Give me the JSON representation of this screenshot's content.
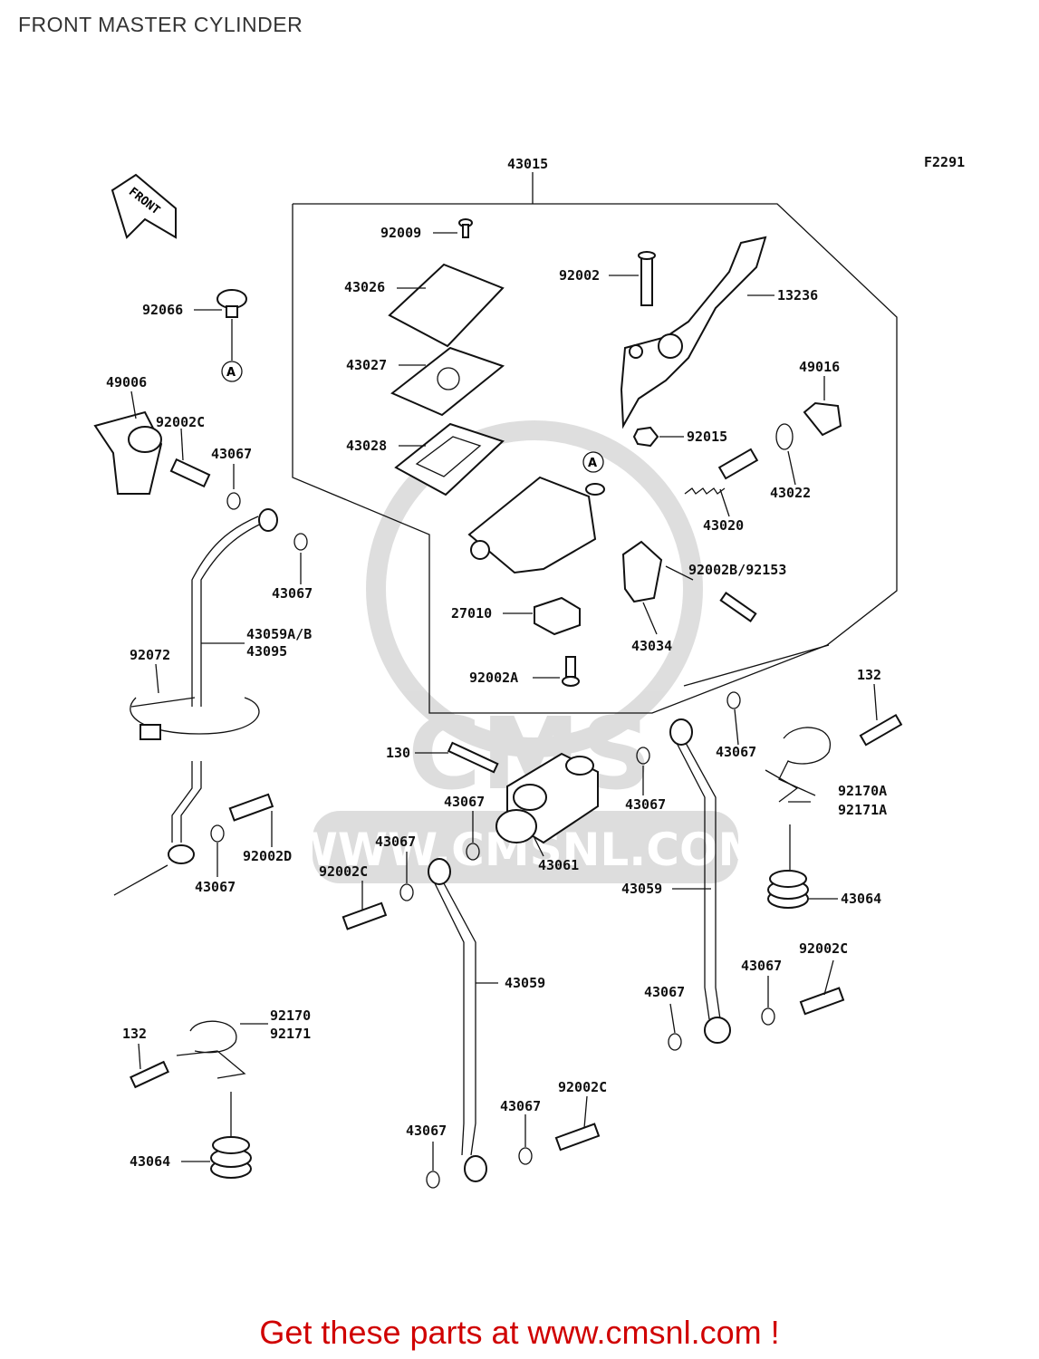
{
  "page": {
    "title": "FRONT MASTER CYLINDER",
    "promo": "Get these parts at www.cmsnl.com !"
  },
  "figure_code": "F2291",
  "front_arrow": "FRONT",
  "watermark": "CMS",
  "watermark_url": "WWW.CMSNL.COM",
  "ref_marker": "A",
  "parts": {
    "p43015": "43015",
    "p92009": "92009",
    "p43026": "43026",
    "p43027": "43027",
    "p43028": "43028",
    "p92002": "92002",
    "p13236": "13236",
    "p49016": "49016",
    "p92015": "92015",
    "p43022": "43022",
    "p43020": "43020",
    "p92002b": "92002B/92153",
    "p43034": "43034",
    "p27010": "27010",
    "p92002a": "92002A",
    "p92066": "92066",
    "p49006": "49006",
    "p92002c_a": "92002C",
    "p43067_a": "43067",
    "p43067_b": "43067",
    "p43059ab": "43059A/B",
    "p43095": "43095",
    "p92072": "92072",
    "p43067_c": "43067",
    "p92002d": "92002D",
    "p130": "130",
    "p43067_d": "43067",
    "p43067_e": "43067",
    "p43061": "43061",
    "p43067_f": "43067",
    "p92002c_b": "92002C",
    "p43059_a": "43059",
    "p43067_g": "43067",
    "p132_a": "132",
    "p92170a": "92170A",
    "p92171a": "92171A",
    "p43059_b": "43059",
    "p43064_a": "43064",
    "p92002c_c": "92002C",
    "p43067_h": "43067",
    "p43067_i": "43067",
    "p92170": "92170",
    "p92171": "92171",
    "p132_b": "132",
    "p43064_b": "43064",
    "p92002c_d": "92002C",
    "p43067_j": "43067",
    "p43067_k": "43067"
  }
}
